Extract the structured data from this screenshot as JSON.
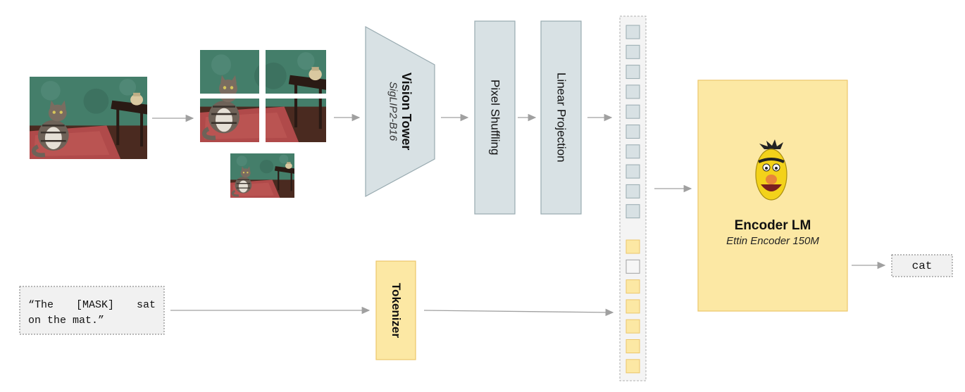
{
  "diagram": {
    "vision_tower": {
      "title": "Vision Tower",
      "subtitle": "SigLIP2-B16"
    },
    "pixel_shuffling": "Pixel Shuffling",
    "linear_projection": "Linear Projection",
    "tokenizer": "Tokenizer",
    "encoder": {
      "title": "Encoder LM",
      "subtitle": "Ettin Encoder 150M"
    },
    "prompt": {
      "words": [
        "“The",
        "[MASK]",
        "sat"
      ],
      "line2": "on the mat.”"
    },
    "output": "cat",
    "token_column": {
      "image_tokens": 10,
      "text_tokens": [
        "text",
        "mask",
        "text",
        "text",
        "text",
        "text",
        "text"
      ]
    },
    "colors": {
      "gray_fill": "#d8e1e4",
      "gray_stroke": "#98aab0",
      "yellow_fill": "#fce8a4",
      "yellow_stroke": "#ecc66a",
      "arrow": "#a0a0a0",
      "painting_wall": "#3e7563",
      "painting_rug": "#b04a4a"
    }
  }
}
